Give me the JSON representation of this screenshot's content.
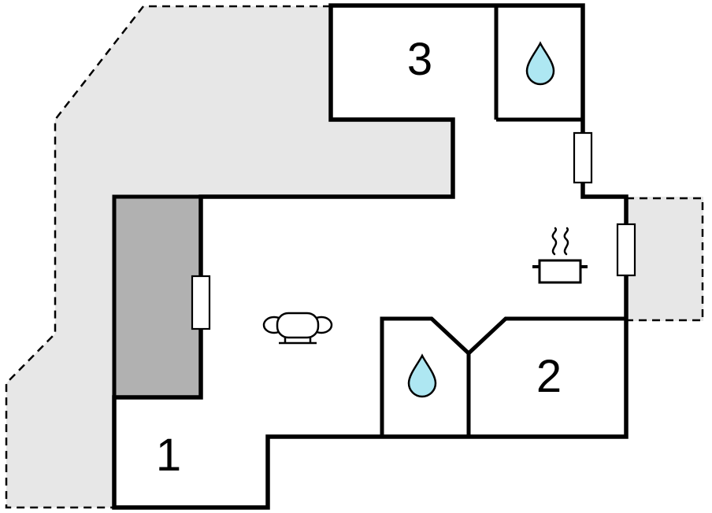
{
  "floorplan": {
    "room_labels": {
      "room1": "1",
      "room2": "2",
      "room3": "3"
    },
    "icons": {
      "bathroom_top": "water-drop-icon",
      "bathroom_bottom": "water-drop-icon",
      "kitchen": "cooking-pot-icon",
      "living_room": "sofa-icon",
      "wall_openings": [
        "door-marker",
        "door-marker",
        "door-marker"
      ]
    },
    "colors": {
      "wall": "#000000",
      "floor": "#ffffff",
      "outdoor_light": "#e7e7e7",
      "outdoor_dark": "#b1b1b1",
      "water_drop": "#aee7f2"
    }
  }
}
